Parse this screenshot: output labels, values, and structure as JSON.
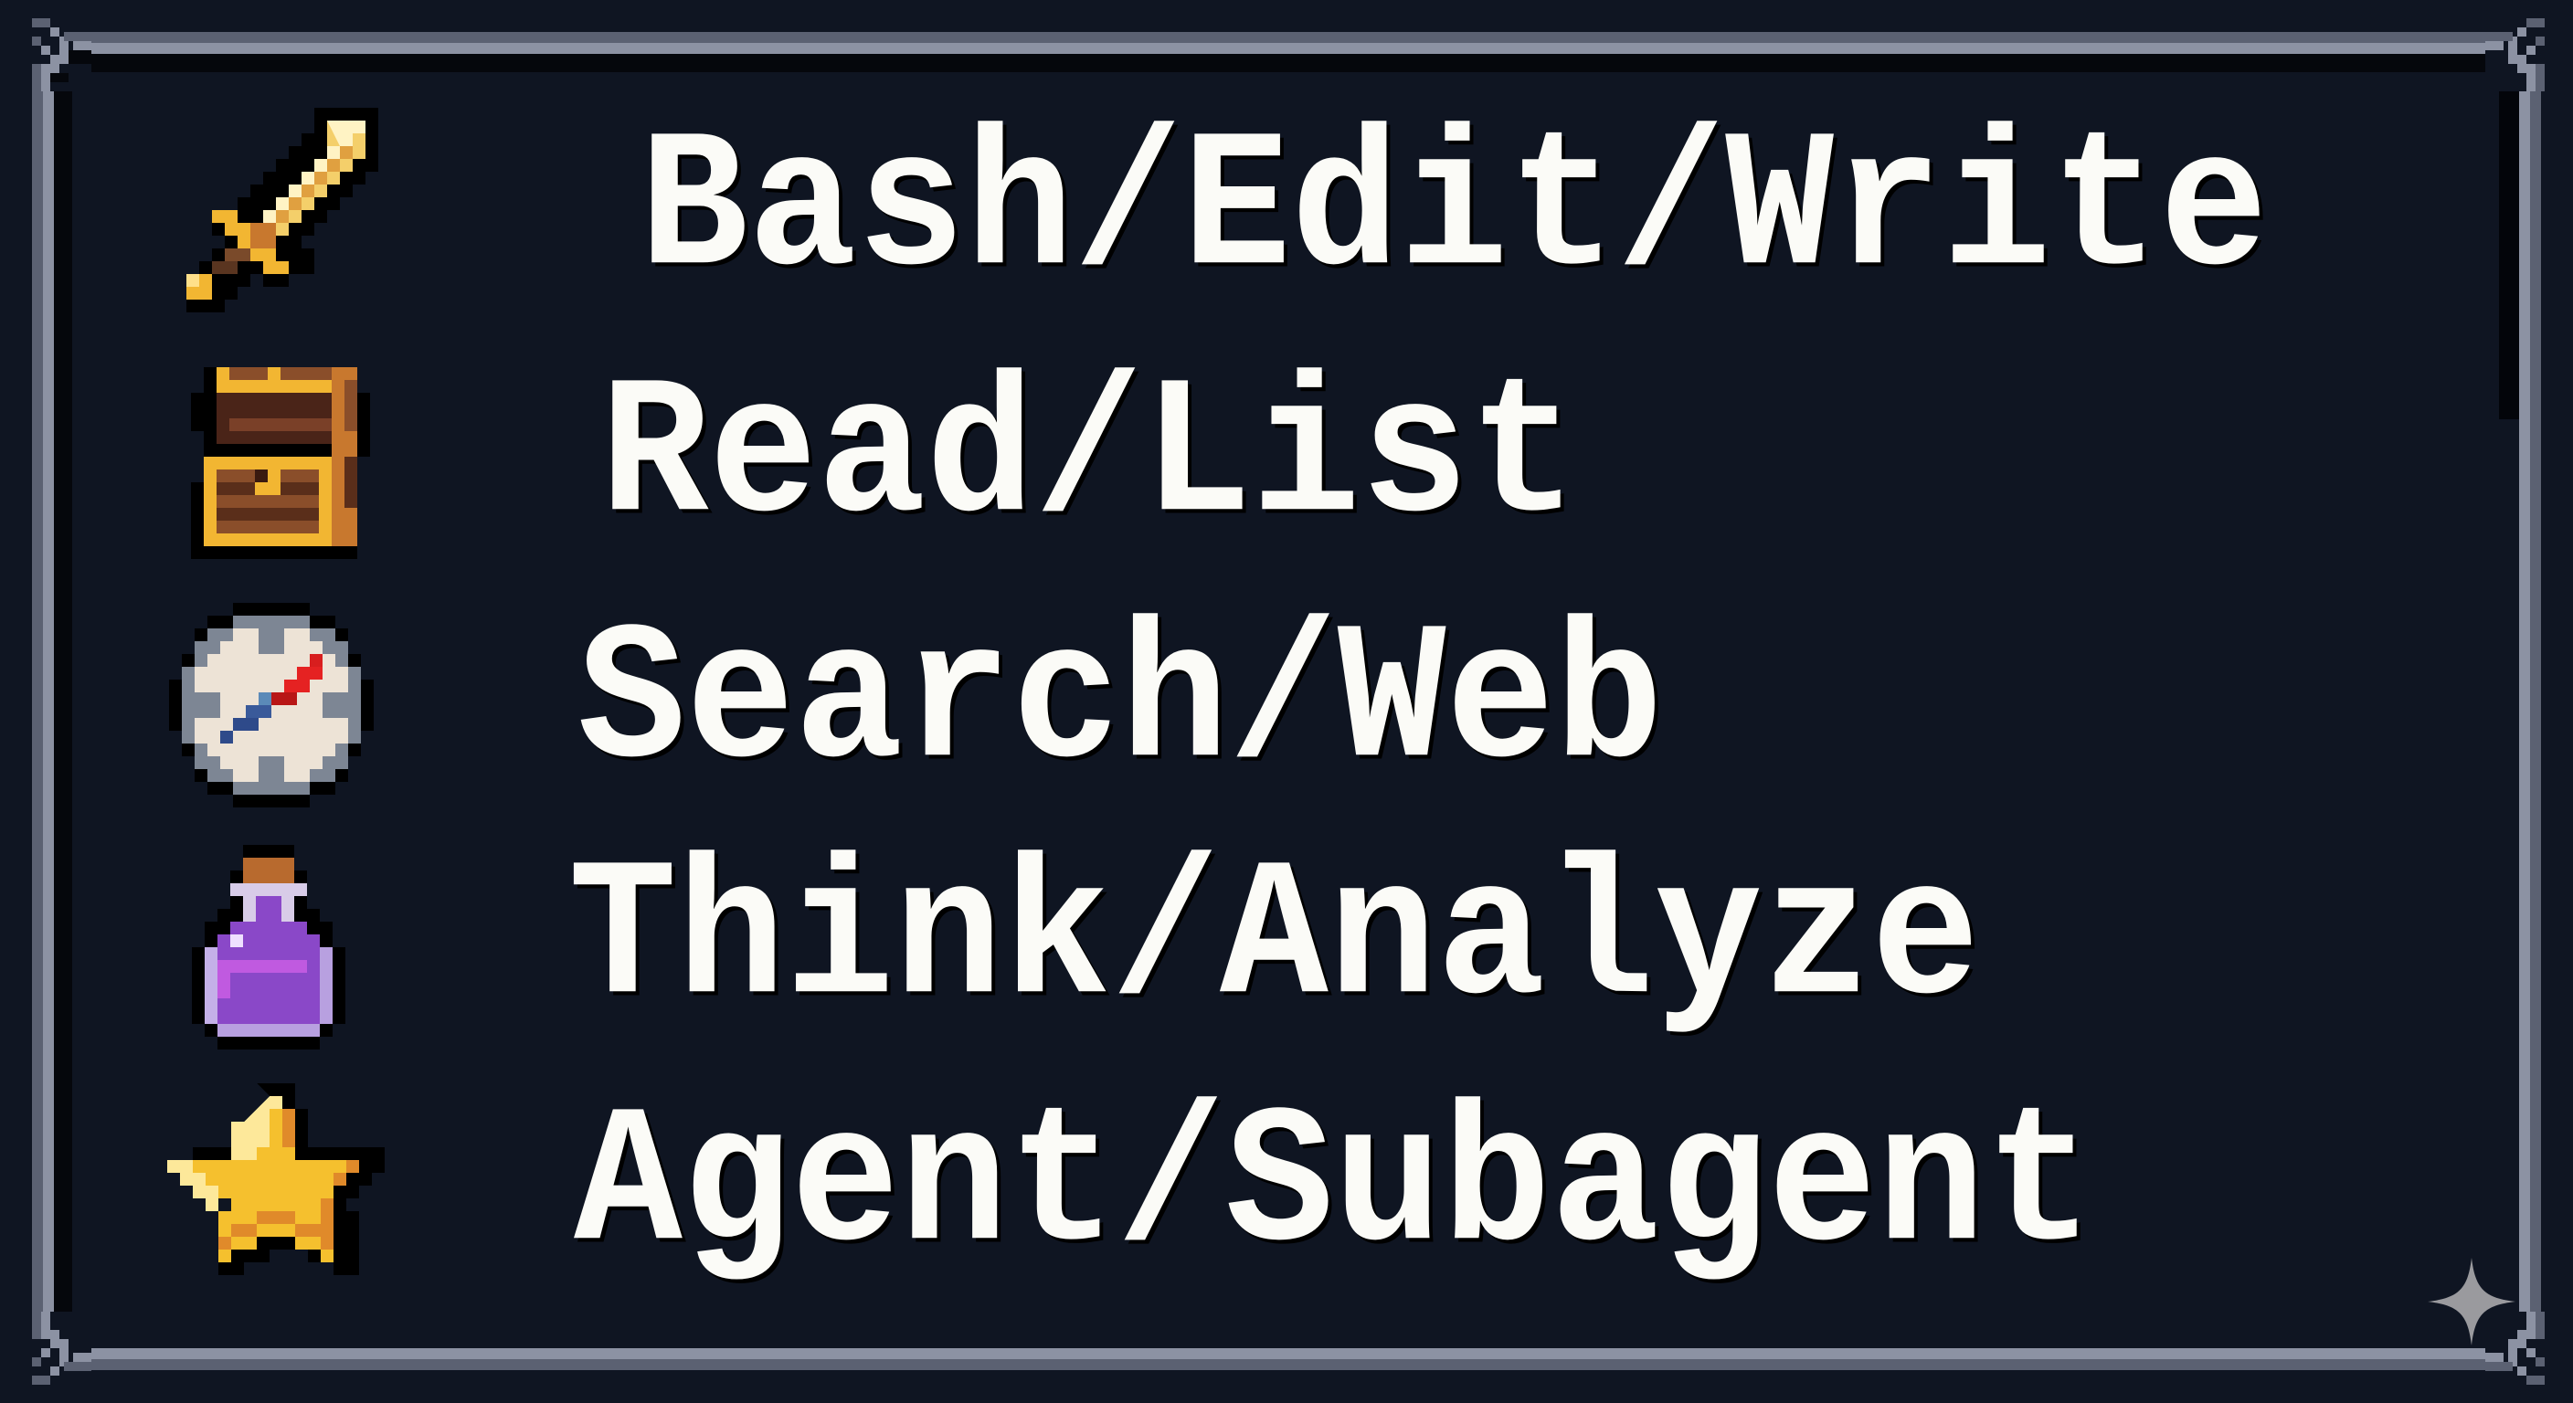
{
  "panel": {
    "background": "#0f1522",
    "border_light": "#8c92a3",
    "border_dark": "#5b6172",
    "text_color": "#fbfbf7"
  },
  "legend": {
    "items": [
      {
        "icon": "sword-icon",
        "label": "Bash/Edit/Write"
      },
      {
        "icon": "treasure-chest-icon",
        "label": "Read/List"
      },
      {
        "icon": "compass-icon",
        "label": "Search/Web"
      },
      {
        "icon": "potion-icon",
        "label": "Think/Analyze"
      },
      {
        "icon": "star-icon",
        "label": "Agent/Subagent"
      }
    ]
  },
  "watermark": {
    "icon": "sparkle-icon"
  }
}
